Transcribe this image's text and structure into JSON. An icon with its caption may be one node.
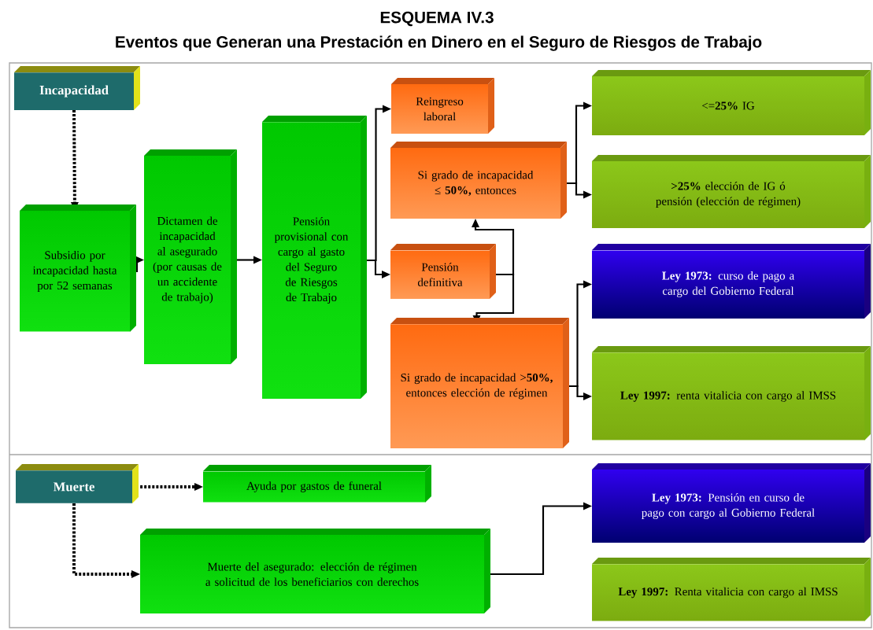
{
  "diagram": {
    "title": "ESQUEMA IV.3",
    "nodes": [
      {
        "text": [
          "Incapacidad"
        ]
      },
      {
        "text": [
          "Subsidio por incapacidad hasta por 52 semanas"
        ]
      },
      {
        "text": [
          "Dictamen de incapacidad al asegurado (por causas de un accidente de trabajo)"
        ]
      },
      {
        "text": [
          "Pensión provisional con cargo al gasto del Seguro de Riesgos de Trabajo"
        ]
      },
      {
        "text": [
          "Reingreso laboral"
        ]
      },
      {
        "text": [
          "Si grado de incapacidad ≤ **50%,** entonces"
        ]
      },
      {
        "text": [
          "Pensión definitiva"
        ]
      },
      {
        "text": [
          "Si grado de incapacidad >**50%,** entonces elección de régimen"
        ]
      },
      {
        "text": [
          "<=**25%** IG"
        ]
      },
      {
        "text": [
          "**>25%** elección de IG ó pensión (elección de régimen)"
        ]
      },
      {
        "text": [
          "**Ley 1973:** curso de pago a cargo del Gobierno Federal"
        ]
      },
      {
        "text": [
          "**Ley 1997:** renta vitalicia con cargo al IMSS"
        ]
      },
      {
        "text": [
          "Muerte"
        ]
      },
      {
        "text": [
          "Ayuda por gastos de funeral"
        ]
      },
      {
        "text": [
          "Muerte del asegurado: elección de régimen a solicitud de los beneficiarios con derechos"
        ]
      },
      {
        "text": [
          "**Ley 1973:** Pensión en curso de pago con cargo al Gobierno Federal"
        ]
      },
      {
        "text": [
          "**Ley 1997:** Renta vitalicia con cargo al IMSS"
        ]
      }
    ],
    "edges": [
      {
        "from": 0,
        "to": 1,
        "arrow": "to",
        "style": "dashed"
      },
      {
        "from": 1,
        "to": 2,
        "arrow": "to"
      },
      {
        "from": 2,
        "to": 3,
        "arrow": "to"
      },
      {
        "from": 3,
        "to": 4,
        "arrow": "to"
      },
      {
        "from": 3,
        "to": 6,
        "arrow": "to"
      },
      {
        "from": 5,
        "to": 8,
        "arrow": "to"
      },
      {
        "from": 5,
        "to": 9,
        "arrow": "to"
      },
      {
        "from": 6,
        "to": 5,
        "arrow": "to"
      },
      {
        "from": 6,
        "to": 7,
        "arrow": "to"
      },
      {
        "from": 7,
        "to": 10,
        "arrow": "to"
      },
      {
        "from": 7,
        "to": 11,
        "arrow": "to"
      },
      {
        "from": 12,
        "to": 13,
        "arrow": "to",
        "style": "dashed"
      },
      {
        "from": 12,
        "to": 14,
        "arrow": "to",
        "style": "dashed"
      },
      {
        "from": 14,
        "to": 15,
        "arrow": "to"
      }
    ],
    "labels": [
      "Eventos que Generan una Prestación en Dinero en el Seguro de Riesgos de Trabajo"
    ]
  }
}
